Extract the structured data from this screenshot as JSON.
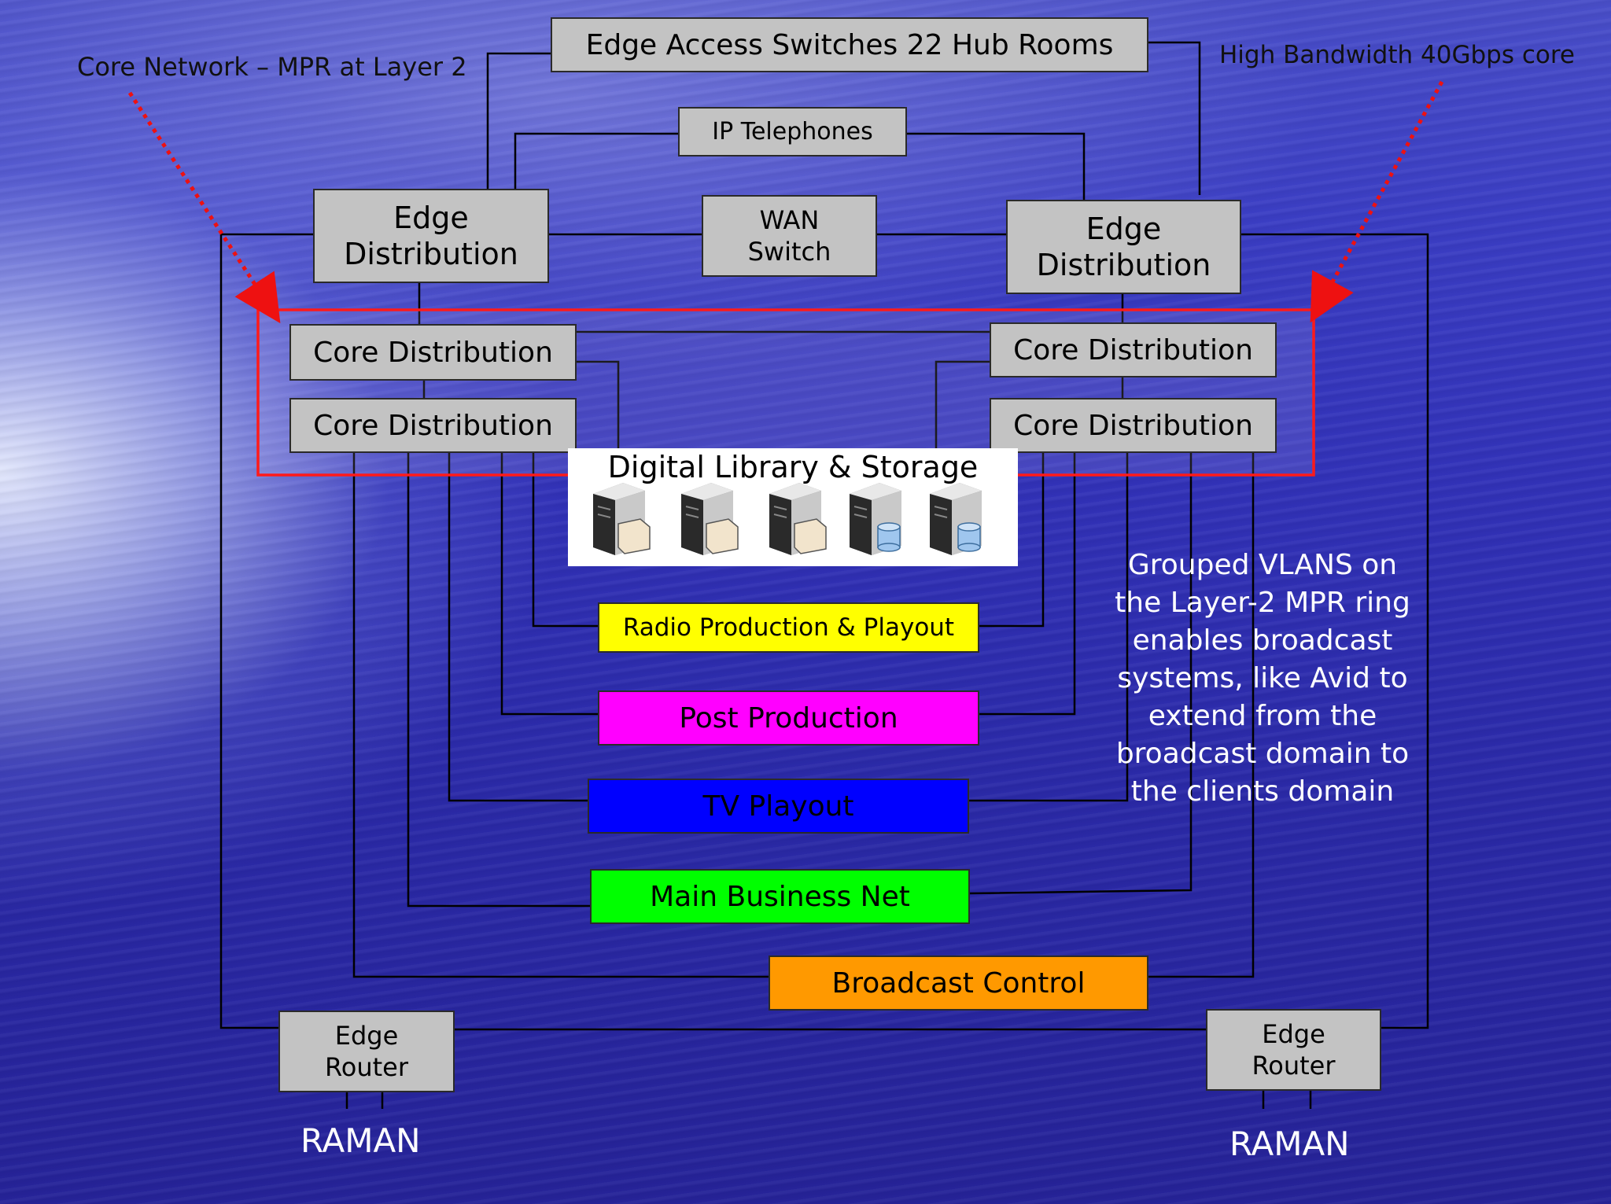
{
  "labels": {
    "core_network": "Core Network – MPR at Layer 2",
    "high_bandwidth": "High Bandwidth 40Gbps core"
  },
  "boxes": {
    "edge_access": "Edge Access Switches 22 Hub Rooms",
    "ip_telephones": "IP Telephones",
    "wan_switch": "WAN Switch",
    "edge_distribution_left": "Edge Distribution",
    "edge_distribution_right": "Edge Distribution",
    "core_dist_1": "Core Distribution",
    "core_dist_2": "Core Distribution",
    "core_dist_3": "Core Distribution",
    "core_dist_4": "Core Distribution",
    "digital_library": "Digital Library & Storage",
    "radio": "Radio Production & Playout",
    "post": "Post Production",
    "tv": "TV Playout",
    "business": "Main Business Net",
    "broadcast": "Broadcast Control",
    "edge_router_left": "Edge Router",
    "edge_router_right": "Edge Router",
    "raman_left": "RAMAN",
    "raman_right": "RAMAN"
  },
  "note": "Grouped VLANS on the Layer-2 MPR ring enables broadcast systems, like Avid to extend from the broadcast domain to the clients domain",
  "colors": {
    "radio": "#ffff00",
    "post": "#ff00ff",
    "tv": "#0000ff",
    "business": "#00ff00",
    "broadcast": "#ff9900",
    "core_ring": "#ff0000",
    "arrow": "#ee1111"
  },
  "icons": [
    "file-server-icon",
    "file-server-icon",
    "file-server-icon",
    "database-server-icon",
    "database-server-icon"
  ]
}
